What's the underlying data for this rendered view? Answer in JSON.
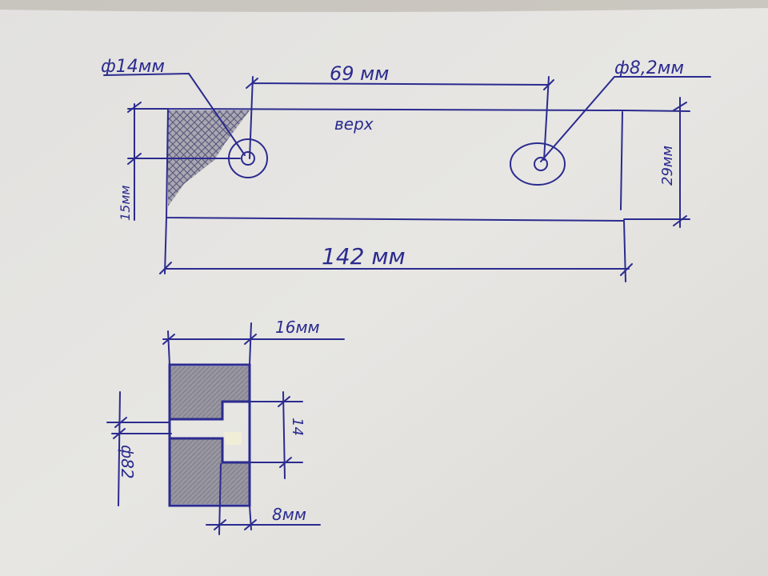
{
  "drawing": {
    "ink_color": "#2b2b8f",
    "paper_color": "#e4e3e0",
    "hatch_color": "#8a8894",
    "top_view": {
      "big_hole_dia_label": "ф14мм",
      "hole_spacing_label": "69 мм",
      "small_hole_dia_label": "ф8,2мм",
      "top_side_label": "верх",
      "height_label": "29мм",
      "hole_offset_label": "15мм",
      "length_label": "142 мм"
    },
    "section_view": {
      "width_label": "16мм",
      "slot_label": "14",
      "counterbore_dia_label": "ф82",
      "depth_label": "8мм"
    }
  }
}
